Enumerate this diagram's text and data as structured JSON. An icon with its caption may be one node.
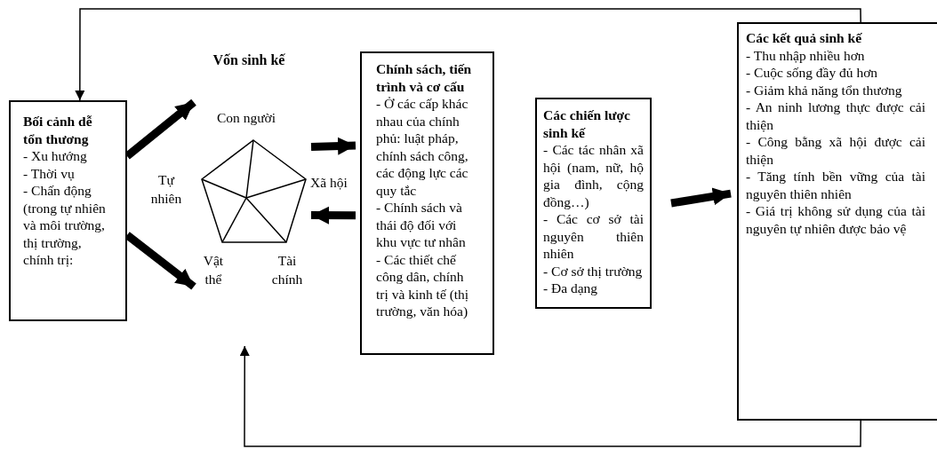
{
  "diagram": {
    "nodes": [
      {
        "text": [
          "Bối cảnh dễ tổn thương",
          "- Xu hướng",
          "- Thời vụ",
          "- Chấn động (trong tự nhiên và môi trường, thị trường, chính trị:"
        ]
      },
      {
        "text": [
          "Vốn sinh kế",
          "Con người",
          "Tự nhiên",
          "Xã hội",
          "Vật thể",
          "Tài chính"
        ]
      },
      {
        "text": [
          "Chính sách, tiến trình và cơ cấu",
          "- Ở các cấp khác nhau của chính phủ: luật pháp, chính sách công, các động lực các quy tắc",
          "- Chính sách và thái độ đối với khu vực tư nhân",
          "- Các thiết chế công dân, chính trị và kinh tế (thị trường, văn hóa)"
        ]
      },
      {
        "text": [
          "Các chiến lược sinh kế",
          "- Các tác nhân xã hội (nam, nữ, hộ gia đình, cộng đồng…)",
          "- Các cơ sở tài nguyên thiên nhiên",
          "- Cơ sở thị trường",
          "- Đa dạng"
        ]
      },
      {
        "text": [
          "Các kết quả sinh kế",
          "- Thu nhập nhiều hơn",
          "- Cuộc sống đầy đủ hơn",
          "- Giảm khả năng tổn thương",
          "- An ninh lương thực được cải thiện",
          "- Công bằng xã hội được cải thiện",
          "- Tăng tính bền vững của tài nguyên thiên nhiên",
          "- Giá trị không sử dụng của tài nguyên tự nhiên được bảo vệ"
        ]
      }
    ],
    "edges": [
      {
        "from": 0,
        "to": 1,
        "arrow": "to"
      },
      {
        "from": 0,
        "to": 1,
        "arrow": "to"
      },
      {
        "from": 1,
        "to": 2,
        "arrow": "to"
      },
      {
        "from": 2,
        "to": 1,
        "arrow": "to"
      },
      {
        "from": 3,
        "to": 4,
        "arrow": "to"
      },
      {
        "from": 4,
        "to": 0,
        "arrow": "to"
      },
      {
        "from": 4,
        "to": 1,
        "arrow": "to"
      }
    ]
  }
}
